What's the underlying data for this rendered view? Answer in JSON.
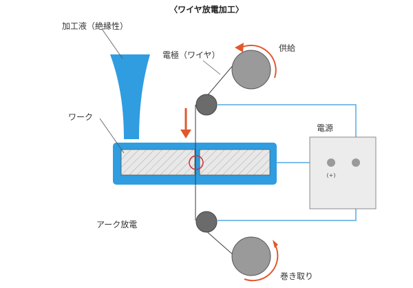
{
  "title": "〈ワイヤ放電加工〉",
  "labels": {
    "fluid": "加工液（絶縁性）",
    "electrode": "電極（ワイヤ）",
    "supply": "供給",
    "work": "ワーク",
    "power": "電源",
    "plus": "(+)",
    "arc": "アーク放電",
    "takeup": "巻き取り"
  },
  "colors": {
    "fluid_blue": "#2f9de0",
    "circuit_blue": "#55a8e0",
    "arrow_red": "#e2572c",
    "roller_gray": "#9a9a9a",
    "guide_dark": "#6b6b6b",
    "work_fill": "#e6e6e6",
    "power_box": "#ececec"
  }
}
